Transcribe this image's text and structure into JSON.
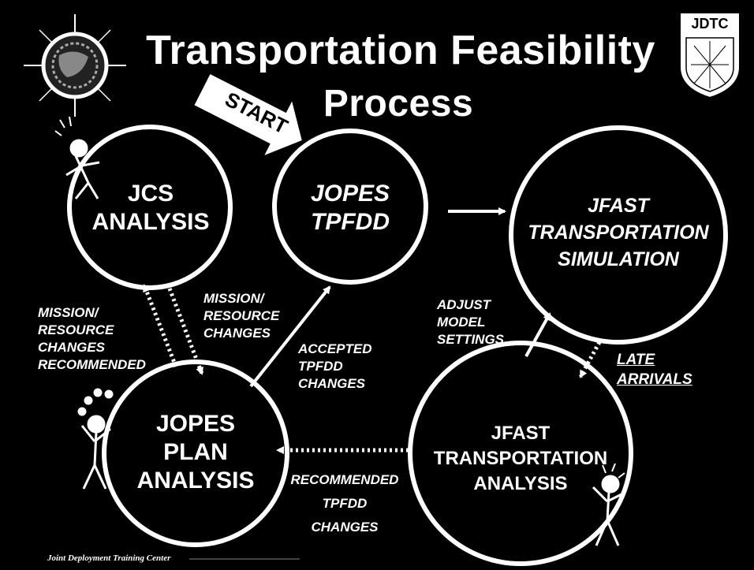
{
  "title": {
    "line1": "Transportation Feasibility",
    "line2": "Process"
  },
  "start_label": "START",
  "logo_right_text": "JDTC",
  "nodes": {
    "jcs": "JCS\nANALYSIS",
    "tpfdd": "JOPES\nTPFDD",
    "sim": "JFAST\nTRANSPORTATION\nSIMULATION",
    "plan": "JOPES\nPLAN\nANALYSIS",
    "analysis": "JFAST\nTRANSPORTATION\nANALYSIS"
  },
  "labels": {
    "mission_recommended": "MISSION/\nRESOURCE\nCHANGES\nRECOMMENDED",
    "mission_changes": "MISSION/\nRESOURCE\nCHANGES",
    "accepted": "ACCEPTED\nTPFDD\nCHANGES",
    "adjust": "ADJUST\nMODEL\nSETTINGS",
    "late": "LATE\nARRIVALS",
    "recommended_tpfdd": "RECOMMENDED\nTPFDD\nCHANGES"
  },
  "footer": "Joint Deployment Training Center",
  "colors": {
    "background": "#000000",
    "foreground": "#ffffff"
  }
}
